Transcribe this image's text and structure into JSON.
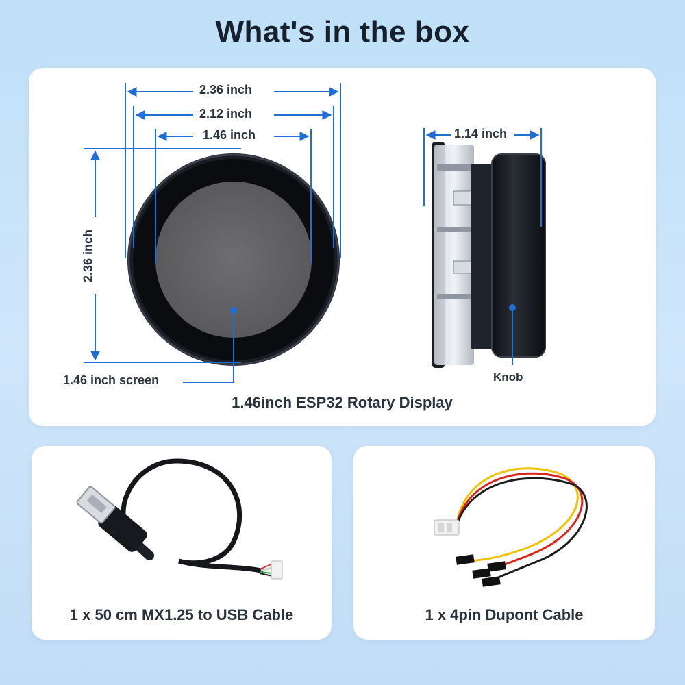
{
  "page": {
    "title": "What's in the box"
  },
  "display_card": {
    "dim_outer_width": "2.36 inch",
    "dim_bezel_width": "2.12 inch",
    "dim_screen_width": "1.46 inch",
    "dim_height": "2.36 inch",
    "dim_thickness": "1.14 inch",
    "screen_label": "1.46 inch screen",
    "knob_label": "Knob",
    "caption": "1.46inch ESP32 Rotary Display"
  },
  "usb_card": {
    "caption": "1 x 50 cm MX1.25 to USB Cable"
  },
  "dupont_card": {
    "caption": "1 x 4pin Dupont Cable"
  },
  "colors": {
    "dimension_line": "#1f6fd6",
    "background": "#c6e1f8",
    "card": "#ffffff"
  }
}
